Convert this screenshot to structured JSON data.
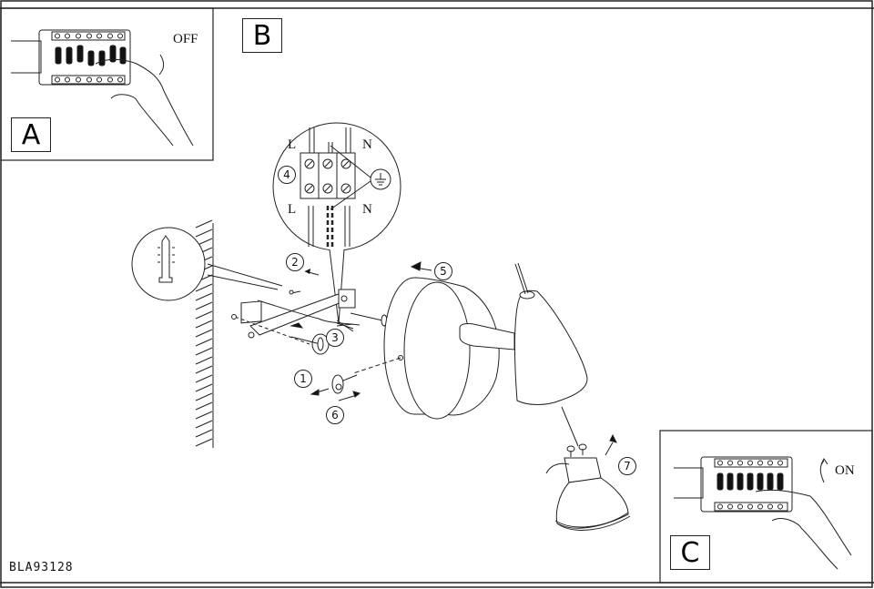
{
  "document": {
    "model_code": "BLA93128"
  },
  "panels": {
    "a": {
      "label": "A",
      "switch_state": "OFF"
    },
    "b": {
      "label": "B"
    },
    "c": {
      "label": "C",
      "switch_state": "ON"
    }
  },
  "wiring": {
    "top_left": "L",
    "top_right": "N",
    "bottom_left": "L",
    "bottom_right": "N",
    "ground_symbol": "ground-icon"
  },
  "steps": [
    "1",
    "2",
    "3",
    "4",
    "5",
    "6",
    "7"
  ],
  "colors": {
    "line": "#222222",
    "background": "#ffffff"
  }
}
